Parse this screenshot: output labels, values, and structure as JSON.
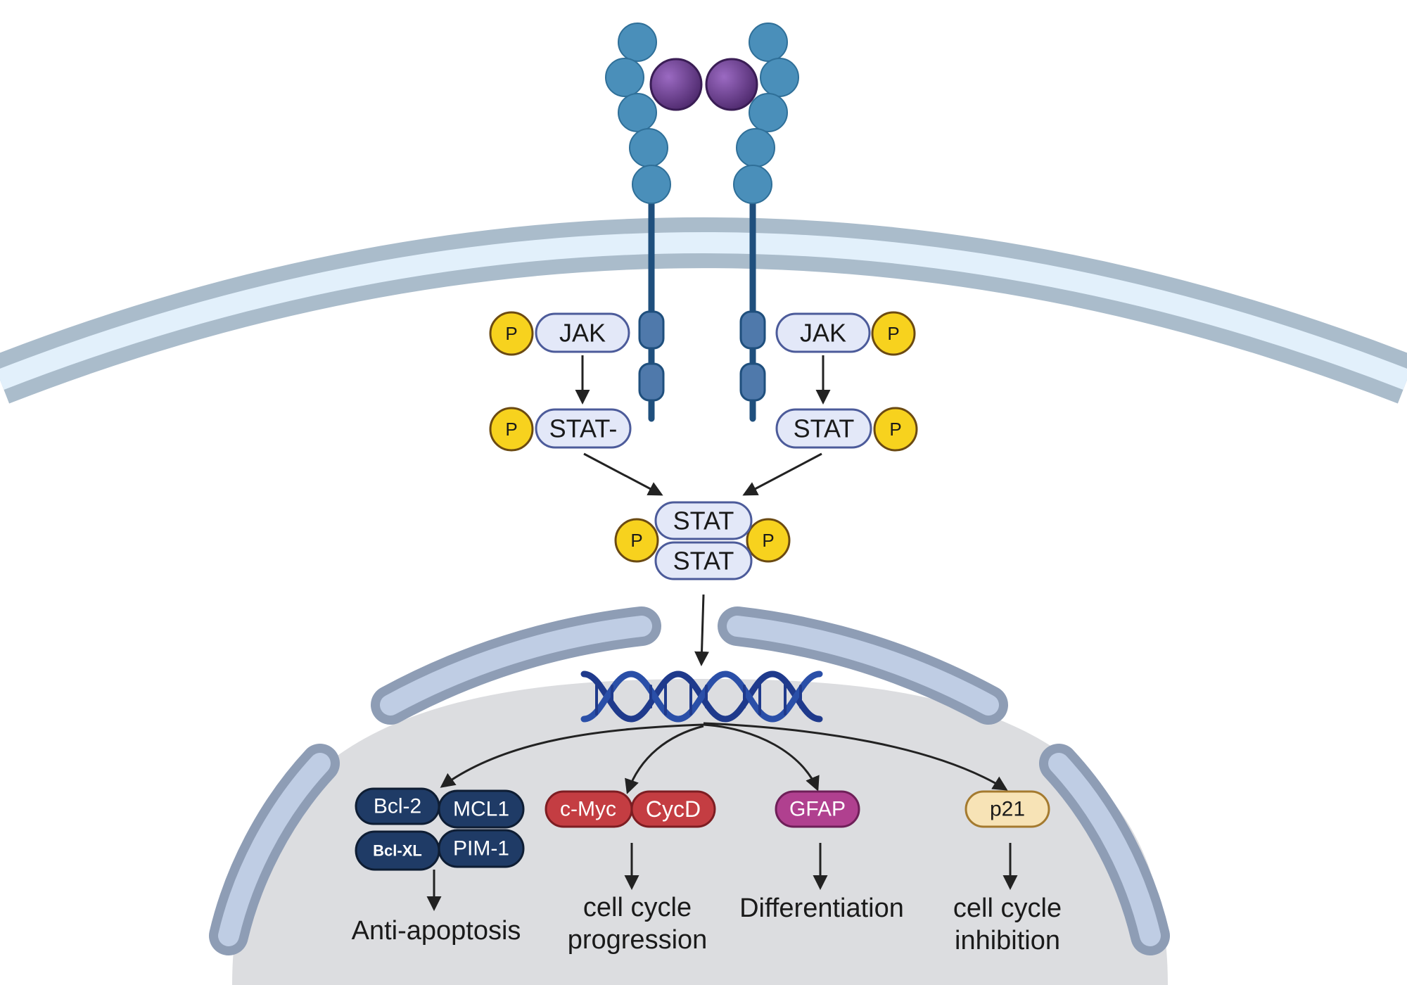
{
  "colors": {
    "receptor_bead": "#4a8fba",
    "receptor_stalk": "#1f4f7d",
    "ligand": "#6b3a8e",
    "membrane_outer": "#aabccb",
    "membrane_inner": "#e2f0fb",
    "pill_fill": "#e3e8f8",
    "pill_stroke": "#4c5b9a",
    "phospho_fill": "#f7d21e",
    "phospho_stroke": "#6b4a12",
    "nucleus": "#dcdde0",
    "nuclear_envelope_outer": "#8e9db5",
    "nuclear_envelope_inner": "#bfcde4",
    "dna": "#1f3a8c",
    "antiapoptotic": "#1f3b66",
    "proliferation": "#c43d42",
    "gfap": "#b0408f",
    "p21_fill": "#f7e3b6",
    "p21_stroke": "#a47a2f",
    "arrow": "#222222"
  },
  "receptor": {
    "left_jak": "JAK",
    "right_jak": "JAK",
    "left_stat": "STAT-",
    "right_stat": "STAT",
    "phospho": "P"
  },
  "dimer": {
    "top": "STAT",
    "bottom": "STAT",
    "phospho": "P"
  },
  "targets": {
    "bcl2": "Bcl-2",
    "mcl1": "MCL1",
    "bclxl": "Bcl-XL",
    "pim1": "PIM-1",
    "cmyc": "c-Myc",
    "cycd": "CycD",
    "gfap": "GFAP",
    "p21": "p21"
  },
  "outcomes": {
    "antiapoptosis": "Anti-apoptosis",
    "cellcycle_prog_line1": "cell cycle",
    "cellcycle_prog_line2": "progression",
    "differentiation": "Differentiation",
    "cellcycle_inhib_line1": "cell cycle",
    "cellcycle_inhib_line2": "inhibition"
  }
}
